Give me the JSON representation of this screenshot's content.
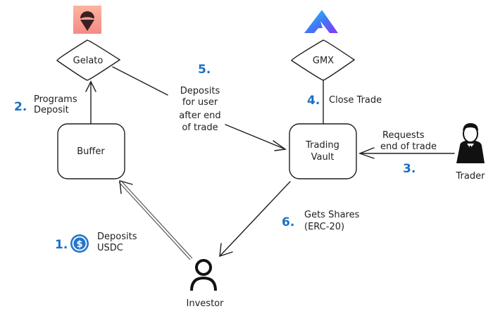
{
  "nodes": {
    "gelato": {
      "label": "Gelato",
      "logo": "gelato-icecream-logo",
      "logo_bg": "#f8a08c"
    },
    "gmx": {
      "label": "GMX",
      "logo": "gmx-triangle-logo",
      "logo_colors": [
        "#2fd0f0",
        "#3d7bf5",
        "#8a35f5"
      ]
    },
    "buffer": {
      "label": "Buffer"
    },
    "vault": {
      "label_line1": "Trading",
      "label_line2": "Vault"
    },
    "investor": {
      "label": "Investor",
      "icon": "person-outline-icon"
    },
    "trader": {
      "label": "Trader",
      "icon": "businessman-icon"
    }
  },
  "steps": [
    {
      "number": "1.",
      "lines": [
        "Deposits",
        "USDC"
      ],
      "icon": "usdc-coin-icon",
      "icon_color": "#2775ca"
    },
    {
      "number": "2.",
      "lines": [
        "Programs",
        "Deposit"
      ]
    },
    {
      "number": "3.",
      "lines": [
        "Requests",
        "end of trade"
      ]
    },
    {
      "number": "4.",
      "lines": [
        "Close Trade"
      ]
    },
    {
      "number": "5.",
      "lines": [
        "Deposits",
        "for user",
        "after end",
        "of trade"
      ]
    },
    {
      "number": "6.",
      "lines": [
        "Gets Shares",
        "(ERC-20)"
      ]
    }
  ],
  "colors": {
    "step_number": "#1971c2",
    "stroke": "#1e1e1e"
  }
}
